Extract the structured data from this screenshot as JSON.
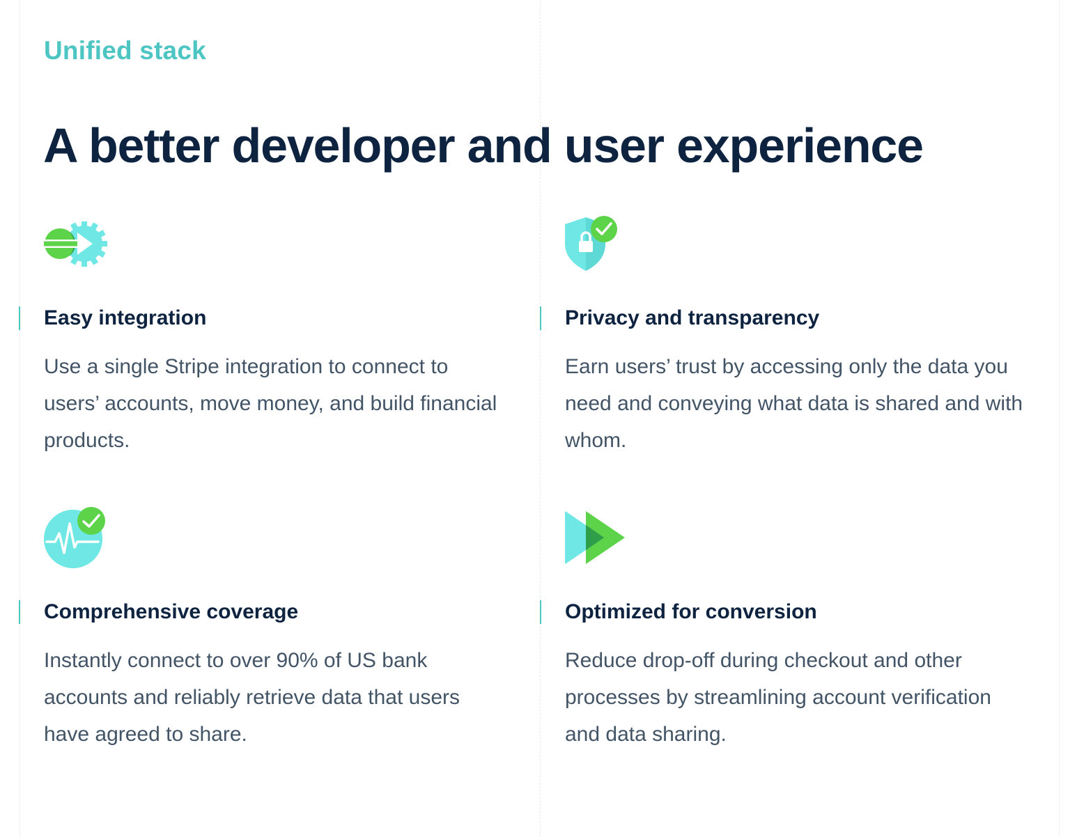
{
  "section": {
    "eyebrow": "Unified stack",
    "headline": "A better developer and user experience"
  },
  "features": [
    {
      "icon": "integration-gear-icon",
      "title": "Easy integration",
      "description": "Use a single Stripe integration to connect to users’ accounts, move money, and build financial products."
    },
    {
      "icon": "shield-lock-check-icon",
      "title": "Privacy and transparency",
      "description": "Earn users’ trust by accessing only the data you need and conveying what data is shared and with whom."
    },
    {
      "icon": "pulse-check-icon",
      "title": "Comprehensive coverage",
      "description": "Instantly connect to over 90% of US bank accounts and reliably retrieve data that users have agreed to share."
    },
    {
      "icon": "fast-forward-icon",
      "title": "Optimized for conversion",
      "description": "Reduce drop-off during checkout and other processes by streamlining account verification and data sharing."
    }
  ],
  "colors": {
    "accent_teal": "#4dc5c3",
    "icon_cyan": "#6ee7e5",
    "icon_green": "#5dd34a",
    "heading": "#0d2340",
    "body_text": "#425466"
  }
}
